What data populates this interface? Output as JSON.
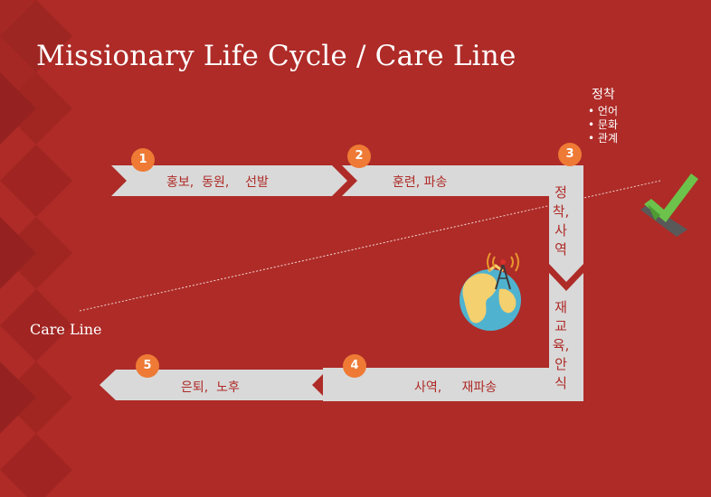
{
  "title": "Missionary Life Cycle / Care Line",
  "care_line_label": "Care Line",
  "settle_note": {
    "heading": "정착",
    "items": [
      "언어",
      "문화",
      "관계"
    ]
  },
  "steps": [
    {
      "number": "1",
      "label": "홍보,  동원,    선발"
    },
    {
      "number": "2",
      "label": "훈련, 파송"
    },
    {
      "number": "3",
      "label": "정착, 사역"
    },
    {
      "number": "4",
      "label": "사역,     재파송"
    },
    {
      "number": "5",
      "label": "은퇴,  노후"
    }
  ],
  "vertical_label_lower": "재교육, 안식",
  "icons": [
    "globe-antenna-icon",
    "checkmark-icon"
  ],
  "colors": {
    "background": "#ae2b27",
    "arrow_fill": "#d9d9d9",
    "badge": "#ee7a35",
    "label_text": "#ae2b27",
    "check_green": "#6cc24a"
  }
}
